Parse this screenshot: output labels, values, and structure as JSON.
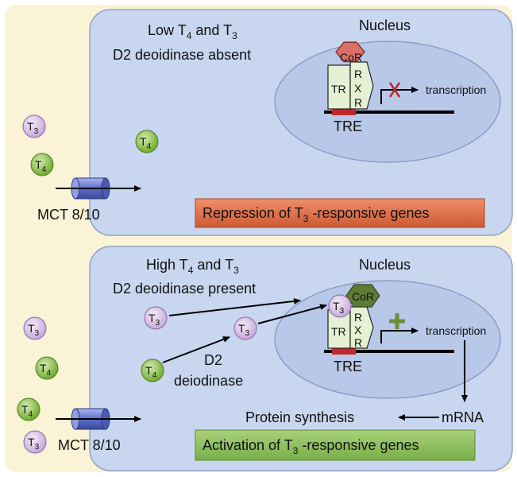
{
  "top_panel": {
    "title_line1": "Low T",
    "title_sub1": "4",
    "title_mid": " and T",
    "title_sub2": "3",
    "title_line2": "D2 deoidinase absent",
    "nucleus_label": "Nucleus",
    "corepressor": "CoR",
    "tr": "TR",
    "rxr": [
      "R",
      "X",
      "R"
    ],
    "transcription": "transcription",
    "tre": "TRE",
    "banner_pre": "Repression of T",
    "banner_sub": "3",
    "banner_post": " -responsive genes",
    "transporter": "MCT 8/10",
    "outside_t3": "T",
    "outside_t3_sub": "3",
    "outside_t4": "T",
    "outside_t4_sub": "4",
    "inside_t4": "T",
    "inside_t4_sub": "4"
  },
  "bottom_panel": {
    "title_line1": "High T",
    "title_sub1": "4",
    "title_mid": " and T",
    "title_sub2": "3",
    "title_line2": "D2 deoidinase present",
    "nucleus_label": "Nucleus",
    "coactivator": "CoR",
    "tr": "TR",
    "rxr": [
      "R",
      "X",
      "R"
    ],
    "transcription": "transcription",
    "tre": "TRE",
    "enzyme_line1": "D2",
    "enzyme_line2": "deiodinase",
    "protein_synthesis": "Protein synthesis",
    "mrna": "mRNA",
    "banner_pre": "Activation of T",
    "banner_sub": "3",
    "banner_post": " -responsive genes",
    "transporter": "MCT 8/10",
    "t_letter": "T",
    "sub3": "3",
    "sub4": "4"
  },
  "colors": {
    "background": "#fbf3d6",
    "cell": "#c9d6ef",
    "nucleus": "#b8c8e8",
    "t3_ball": "#dcc8ea",
    "t4_ball": "#8cc24a",
    "repression_banner": "#e0744a",
    "activation_banner": "#8fbf5e",
    "cor_top": "#d9706a",
    "cor_bottom": "#5e7b34",
    "tre": "#c0282e",
    "block_x": "#c0282e",
    "plus": "#6e8f3a"
  }
}
